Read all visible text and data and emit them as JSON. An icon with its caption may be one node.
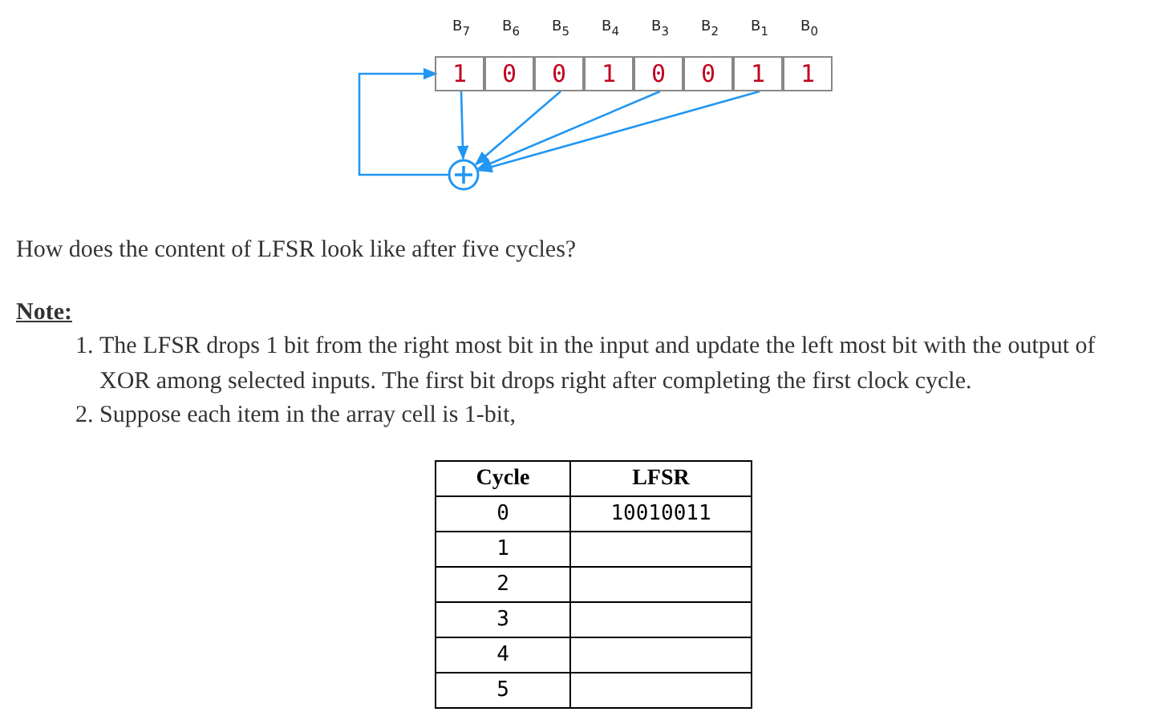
{
  "diagram": {
    "nodes": [
      {
        "text": [
          "B$_{7}$",
          "1"
        ]
      },
      {
        "text": [
          "B$_{6}$",
          "0"
        ]
      },
      {
        "text": [
          "B$_{5}$",
          "0"
        ]
      },
      {
        "text": [
          "B$_{4}$",
          "1"
        ]
      },
      {
        "text": [
          "B$_{3}$",
          "0"
        ]
      },
      {
        "text": [
          "B$_{2}$",
          "0"
        ]
      },
      {
        "text": [
          "B$_{1}$",
          "1"
        ]
      },
      {
        "text": [
          "B$_{0}$",
          "1"
        ]
      },
      {
        "text": [],
        "shape": "circle"
      }
    ],
    "edges": [
      {
        "from": 0,
        "to": 8,
        "arrow": "to"
      },
      {
        "from": 2,
        "to": 8,
        "arrow": "to"
      },
      {
        "from": 4,
        "to": 8,
        "arrow": "to"
      },
      {
        "from": 6,
        "to": 8,
        "arrow": "to"
      },
      {
        "from": 8,
        "to": 0,
        "arrow": "to"
      }
    ],
    "labels": [
      "How does the content of LFSR look like after five cycles?",
      "Note:",
      "1.",
      "The LFSR drops 1 bit from the right most bit in the input and update the left most bit with the output of XOR among selected inputs. The first bit drops right after completing the first clock cycle.",
      "2.",
      "Suppose each item in the array cell is 1-bit,",
      "Cycle",
      "LFSR",
      "0",
      "10010011",
      "1",
      "2",
      "3",
      "4",
      "5"
    ]
  }
}
